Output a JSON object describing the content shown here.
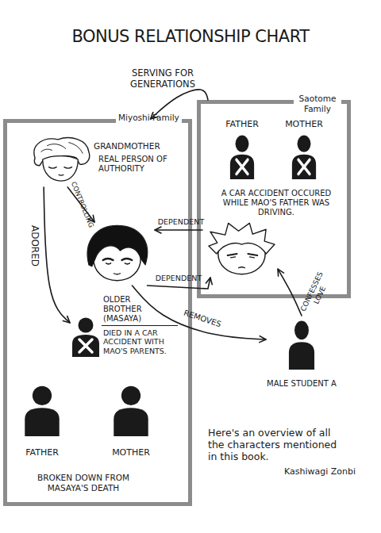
{
  "diagram": {
    "title": "BONUS RELATIONSHIP CHART",
    "nodes": [
      {
        "text": [
          "Miyoshi Family"
        ]
      },
      {
        "text": [
          "GRANDMOTHER",
          "REAL PERSON OF AUTHORITY"
        ],
        "in": 0
      },
      {
        "text": [],
        "in": 0
      },
      {
        "text": [
          "OLDER BROTHER (MASAYA)",
          "DIED IN A CAR ACCIDENT WITH MAO'S PARENTS."
        ],
        "in": 0
      },
      {
        "text": [
          "FATHER"
        ],
        "in": 0
      },
      {
        "text": [
          "MOTHER"
        ],
        "in": 0
      },
      {
        "text": [
          "Saotome Family"
        ]
      },
      {
        "text": [
          "FATHER"
        ],
        "in": 6
      },
      {
        "text": [
          "MOTHER"
        ],
        "in": 6
      },
      {
        "text": [],
        "in": 6
      },
      {
        "text": [
          "MALE STUDENT A"
        ]
      }
    ],
    "edges": [
      {
        "from": 6,
        "to": 0,
        "label": "SERVING FOR GENERATIONS",
        "arrow": "to"
      },
      {
        "from": 1,
        "to": 2,
        "label": "CONTROLLING",
        "arrow": "to"
      },
      {
        "from": 1,
        "to": 3,
        "label": "ADORED",
        "arrow": "to"
      },
      {
        "from": 9,
        "to": 2,
        "label": "DEPENDENT",
        "arrow": "to"
      },
      {
        "from": 2,
        "to": 9,
        "label": "DEPENDENT",
        "arrow": "to"
      },
      {
        "from": 2,
        "to": 10,
        "label": "REMOVES",
        "arrow": "to"
      },
      {
        "from": 10,
        "to": 9,
        "label": "CONFESSES LOVE",
        "arrow": "to"
      }
    ],
    "labels": [
      "A CAR ACCIDENT OCCURED WHILE MAO'S FATHER WAS DRIVING.",
      "BROKEN DOWN FROM MASAYA'S DEATH",
      "Here's an overview of all the characters mentioned in this book.",
      "Kashiwagi Zonbi"
    ]
  }
}
